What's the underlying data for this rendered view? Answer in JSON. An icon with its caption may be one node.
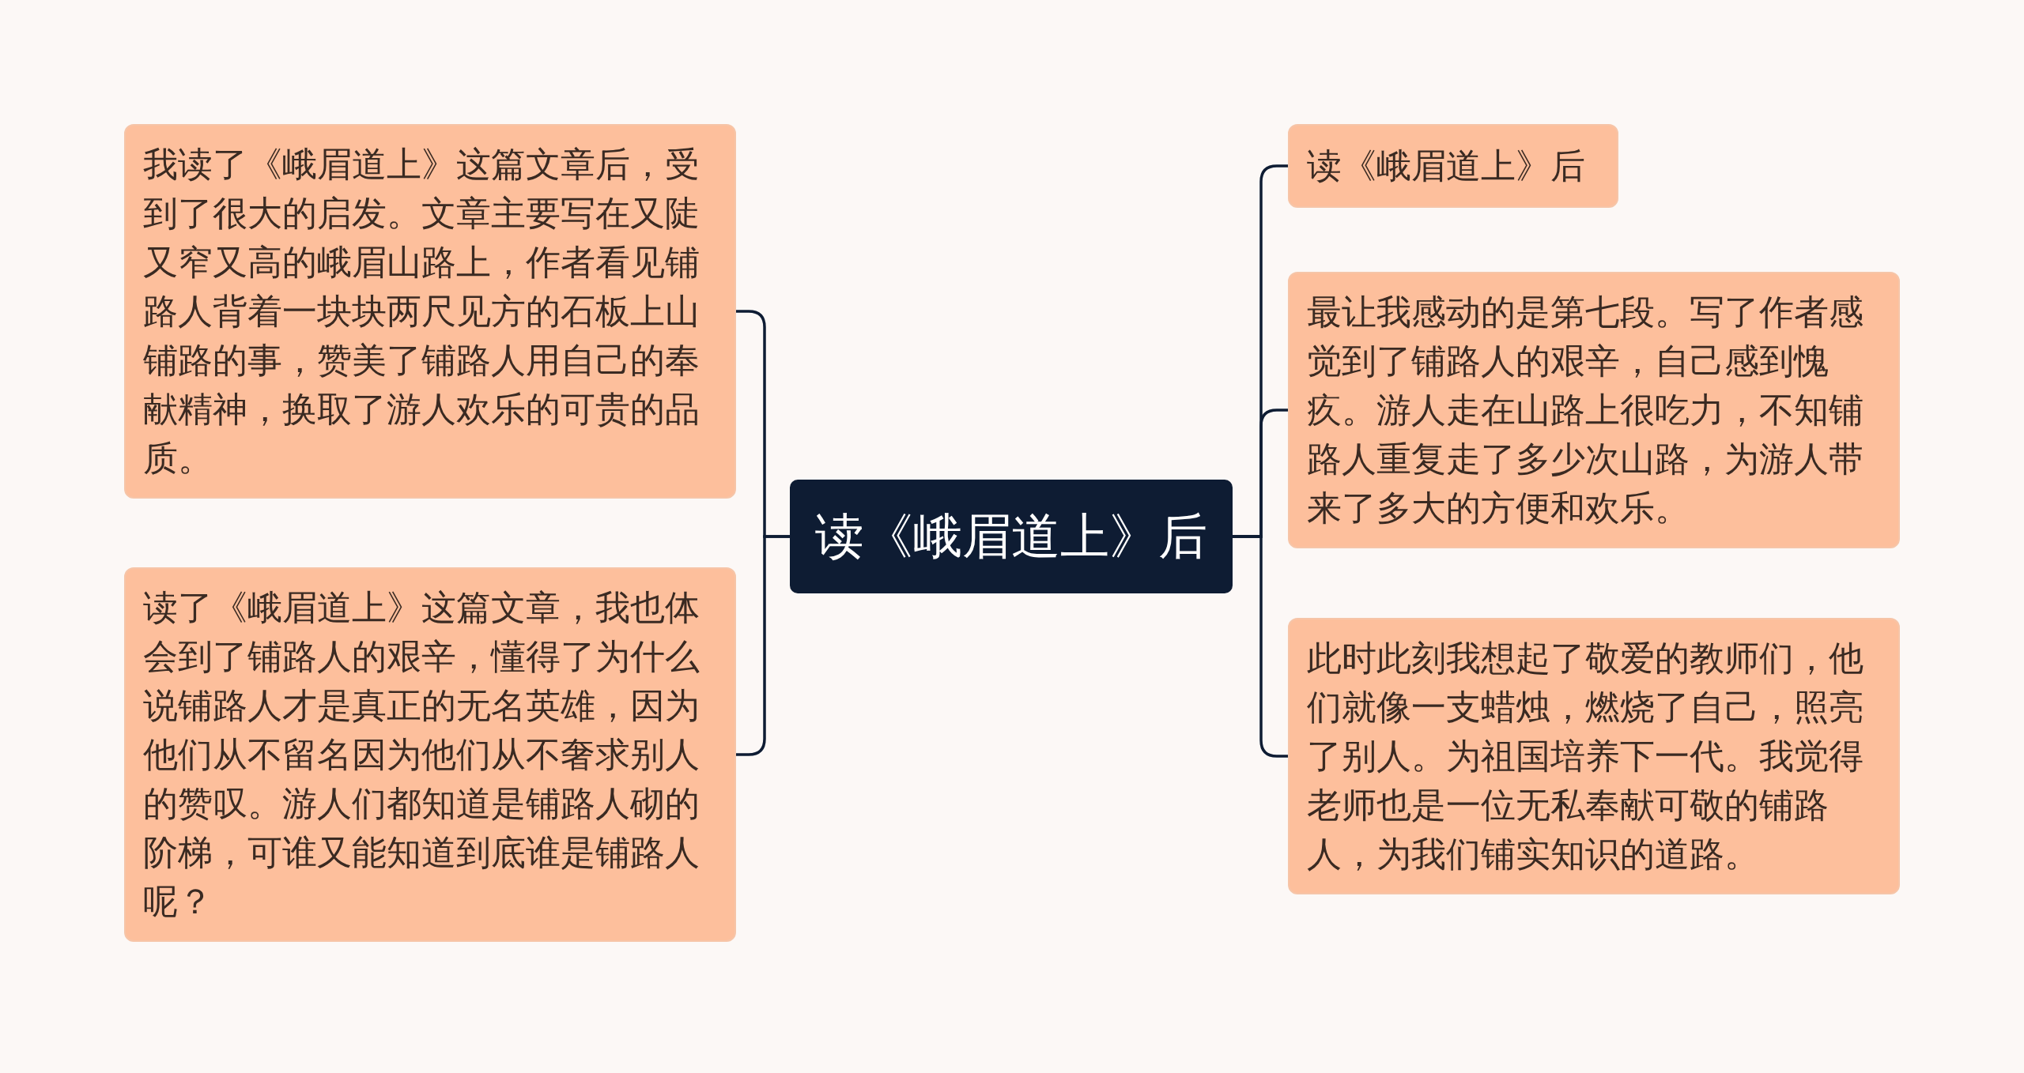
{
  "diagram": {
    "nodes": [
      {
        "text": [
          "读《峨眉道上》后"
        ]
      },
      {
        "text": [
          "我读了《峨眉道上》这篇文章后，受到了很大的启发。文章主要写在又陡又窄又高的峨眉山路上，作者看见铺路人背着一块块两尺见方的石板上山铺路的事，赞美了铺路人用自己的奉献精神，换取了游人欢乐的可贵的品质。"
        ]
      },
      {
        "text": [
          "读了《峨眉道上》这篇文章，我也体会到了铺路人的艰辛，懂得了为什么说铺路人才是真正的无名英雄，因为他们从不留名因为他们从不奢求别人的赞叹。游人们都知道是铺路人砌的阶梯，可谁又能知道到底谁是铺路人呢？"
        ]
      },
      {
        "text": [
          "读《峨眉道上》后"
        ]
      },
      {
        "text": [
          "最让我感动的是第七段。写了作者感觉到了铺路人的艰辛，自己感到愧疚。游人走在山路上很吃力，不知铺路人重复走了多少次山路，为游人带来了多大的方便和欢乐。"
        ]
      },
      {
        "text": [
          "此时此刻我想起了敬爱的教师们，他们就像一支蜡烛，燃烧了自己，照亮了别人。为祖国培养下一代。我觉得老师也是一位无私奉献可敬的铺路人，为我们铺实知识的道路。"
        ]
      }
    ],
    "edges": [
      {
        "from": 0,
        "to": 1,
        "arrow": "none"
      },
      {
        "from": 0,
        "to": 2,
        "arrow": "none"
      },
      {
        "from": 0,
        "to": 3,
        "arrow": "none"
      },
      {
        "from": 0,
        "to": 4,
        "arrow": "none"
      },
      {
        "from": 0,
        "to": 5,
        "arrow": "none"
      }
    ]
  }
}
